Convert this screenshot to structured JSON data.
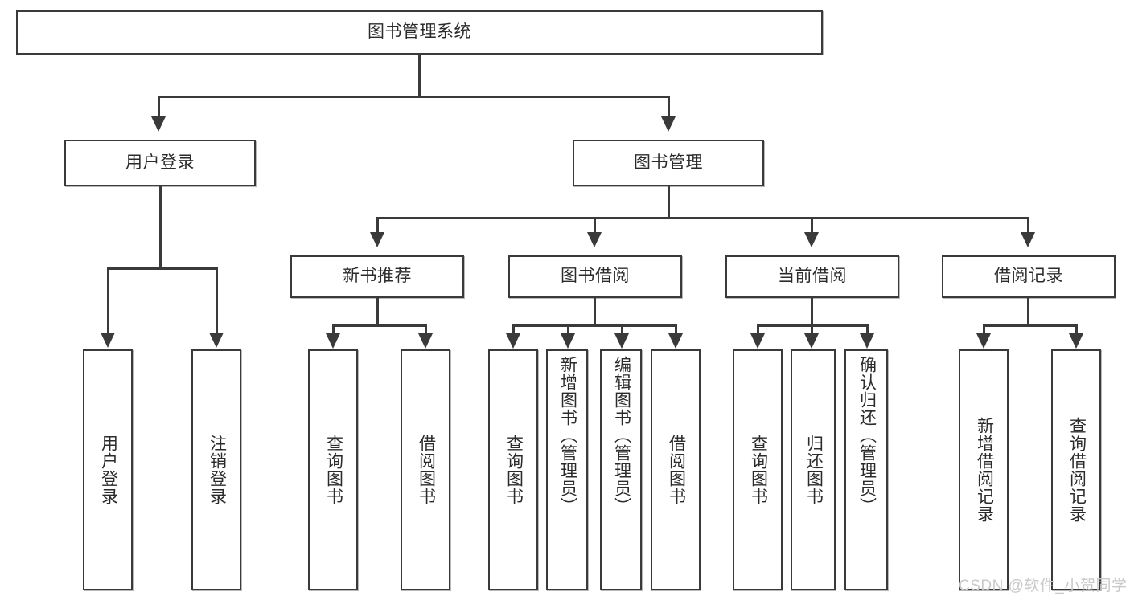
{
  "diagram": {
    "title": "图书管理系统",
    "type": "hierarchy-tree",
    "root": {
      "id": "root",
      "label": "图书管理系统"
    },
    "level2": [
      {
        "id": "user-login",
        "label": "用户登录"
      },
      {
        "id": "book-manage",
        "label": "图书管理"
      }
    ],
    "level3": [
      {
        "id": "new-book-recommend",
        "label": "新书推荐"
      },
      {
        "id": "book-borrow",
        "label": "图书借阅"
      },
      {
        "id": "current-borrow",
        "label": "当前借阅"
      },
      {
        "id": "borrow-record",
        "label": "借阅记录"
      }
    ],
    "leaves": {
      "user_login": [
        {
          "id": "leaf-user-login",
          "label": "用户登录"
        },
        {
          "id": "leaf-user-logout",
          "label": "注销登录"
        }
      ],
      "new_book_recommend": [
        {
          "id": "leaf-query-book-1",
          "label": "查询图书"
        },
        {
          "id": "leaf-borrow-book-1",
          "label": "借阅图书"
        }
      ],
      "book_borrow": [
        {
          "id": "leaf-query-book-2",
          "label": "查询图书"
        },
        {
          "id": "leaf-add-book",
          "label": "新增图书（管理员）"
        },
        {
          "id": "leaf-edit-book",
          "label": "编辑图书（管理员）"
        },
        {
          "id": "leaf-borrow-book-2",
          "label": "借阅图书"
        }
      ],
      "current_borrow": [
        {
          "id": "leaf-query-book-3",
          "label": "查询图书"
        },
        {
          "id": "leaf-return-book",
          "label": "归还图书"
        },
        {
          "id": "leaf-confirm-return",
          "label": "确认归还（管理员）"
        }
      ],
      "borrow_record": [
        {
          "id": "leaf-add-record",
          "label": "新增借阅记录"
        },
        {
          "id": "leaf-query-record",
          "label": "查询借阅记录"
        }
      ]
    }
  },
  "watermark": {
    "text": "CSDN @软件_小贺同学"
  },
  "colors": {
    "stroke": "#3a3a3a",
    "text": "#2b2b2b",
    "background": "#ffffff",
    "watermark": "#c9c9c9"
  }
}
